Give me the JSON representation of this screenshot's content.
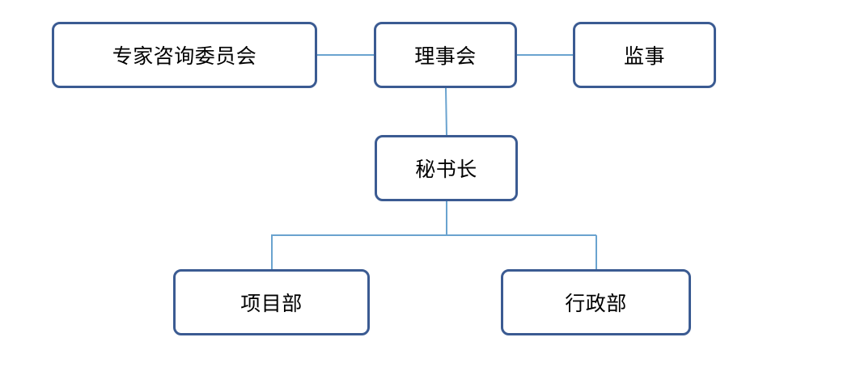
{
  "diagram": {
    "type": "org-chart",
    "line_color": "#6aa3cf",
    "border_color": "#3b5b92",
    "nodes": {
      "expert_committee": "专家咨询委员会",
      "council": "理事会",
      "supervisor": "监事",
      "secretary_general": "秘书长",
      "project_dept": "项目部",
      "admin_dept": "行政部"
    },
    "edges": [
      [
        "council",
        "expert_committee"
      ],
      [
        "council",
        "supervisor"
      ],
      [
        "council",
        "secretary_general"
      ],
      [
        "secretary_general",
        "project_dept"
      ],
      [
        "secretary_general",
        "admin_dept"
      ]
    ]
  }
}
